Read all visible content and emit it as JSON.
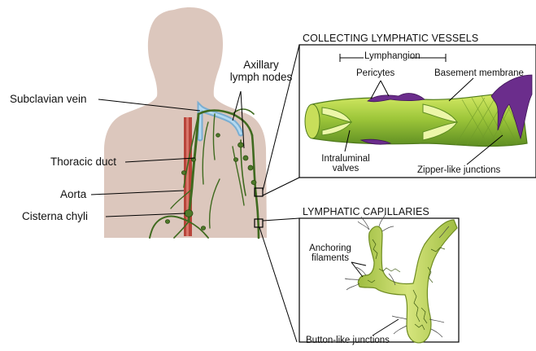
{
  "body_labels": {
    "subclavian_vein": "Subclavian vein",
    "axillary_lymph_nodes_line1": "Axillary",
    "axillary_lymph_nodes_line2": "lymph nodes",
    "thoracic_duct": "Thoracic duct",
    "aorta": "Aorta",
    "cisterna_chyli": "Cisterna chyli"
  },
  "collecting_panel": {
    "title": "COLLECTING LYMPHATIC VESSELS",
    "lymphangion": "Lymphangion",
    "pericytes": "Pericytes",
    "basement_membrane": "Basement membrane",
    "intraluminal_valves_line1": "Intraluminal",
    "intraluminal_valves_line2": "valves",
    "zipper_junctions": "Zipper-like junctions"
  },
  "capillary_panel": {
    "title": "LYMPHATIC CAPILLARIES",
    "anchoring_filaments_line1": "Anchoring",
    "anchoring_filaments_line2": "filaments",
    "button_junctions": "Button-like junctions"
  },
  "colors": {
    "skin": "#dcc7bd",
    "lymph_vessel": "#4f7a2a",
    "lymph_light": "#a8cf3c",
    "vein": "#8fc0e0",
    "aorta": "#b8443a",
    "pericyte": "#6b2d8c",
    "capillary": "#bdd35a"
  }
}
